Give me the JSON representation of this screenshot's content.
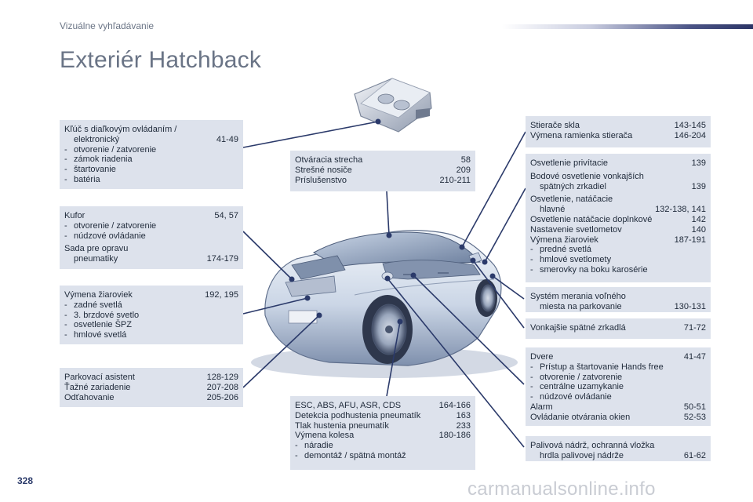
{
  "header": {
    "title": "Vizuálne vyhľadávanie"
  },
  "page_heading": "Exteriér Hatchback",
  "page_number": "328",
  "watermark": "carmanualsonline.info",
  "boxes": {
    "key": {
      "title": "Kľúč s diaľkovým ovládaním /",
      "title_cont": "elektronický",
      "pages": "41-49",
      "items": [
        "otvorenie / zatvorenie",
        "zámok riadenia",
        "štartovanie",
        "batéria"
      ]
    },
    "boot": {
      "title": "Kufor",
      "pages": "54, 57",
      "items": [
        "otvorenie / zatvorenie",
        "núdzové ovládanie"
      ],
      "kit_title": "Sada pre opravu",
      "kit_cont": "pneumatiky",
      "kit_pages": "174-179"
    },
    "rear_bulbs": {
      "title": "Výmena žiaroviek",
      "pages": "192, 195",
      "items": [
        "zadné svetlá",
        "3. brzdové svetlo",
        "osvetlenie ŠPZ",
        "hmlové svetlá"
      ]
    },
    "parking": {
      "rows": [
        {
          "label": "Parkovací asistent",
          "pages": "128-129"
        },
        {
          "label": "Ťažné zariadenie",
          "pages": "207-208"
        },
        {
          "label": "Odťahovanie",
          "pages": "205-206"
        }
      ]
    },
    "roof": {
      "rows": [
        {
          "label": "Otváracia strecha",
          "pages": "58"
        },
        {
          "label": "Strešné nosiče",
          "pages": "209"
        },
        {
          "label": "Príslušenstvo",
          "pages": "210-211"
        }
      ]
    },
    "esc": {
      "rows": [
        {
          "label": "ESC, ABS, AFU, ASR, CDS",
          "pages": "164-166"
        },
        {
          "label": "Detekcia podhustenia pneumatík",
          "pages": "163"
        },
        {
          "label": "Tlak hustenia pneumatík",
          "pages": "233"
        }
      ],
      "wheel_title": "Výmena kolesa",
      "wheel_pages": "180-186",
      "items": [
        "náradie",
        "demontáž / spätná montáž"
      ]
    },
    "wipers": {
      "rows": [
        {
          "label": "Stierače skla",
          "pages": "143-145"
        },
        {
          "label": "Výmena ramienka stierača",
          "pages": "146-204"
        }
      ]
    },
    "lighting": {
      "r1_label": "Osvetlenie privítacie",
      "r1_pages": "139",
      "r2_label": "Bodové osvetlenie vonkajších",
      "r2_cont": "spätných zrkadiel",
      "r2_pages": "139",
      "r3_label": "Osvetlenie, natáčacie",
      "r3_cont": "hlavné",
      "r3_pages": "132-138, 141",
      "r4_label": "Osvetlenie natáčacie doplnkové",
      "r4_pages": "142",
      "r5_label": "Nastavenie svetlometov",
      "r5_pages": "140",
      "r6_label": "Výmena žiaroviek",
      "r6_pages": "187-191",
      "items": [
        "predné svetlá",
        "hmlové svetlomety",
        "smerovky na boku karosérie"
      ]
    },
    "parking_measure": {
      "title": "Systém merania voľného",
      "title_cont": "miesta na parkovanie",
      "pages": "130-131"
    },
    "mirrors": {
      "label": "Vonkajšie spätné zrkadlá",
      "pages": "71-72"
    },
    "doors": {
      "title": "Dvere",
      "pages": "41-47",
      "items": [
        "Prístup a štartovanie Hands free",
        "otvorenie / zatvorenie",
        "centrálne uzamykanie",
        "núdzové ovládanie"
      ],
      "rows": [
        {
          "label": "Alarm",
          "pages": "50-51"
        },
        {
          "label": "Ovládanie otvárania okien",
          "pages": "52-53"
        }
      ]
    },
    "fuel": {
      "title": "Palivová nádrž, ochranná vložka",
      "title_cont": "hrdla palivovej nádrže",
      "pages": "61-62"
    }
  },
  "colors": {
    "box_bg": "#dde2ec",
    "leader": "#2b3a6a",
    "heading": "#6a7486",
    "page_number": "#2b3a6a",
    "watermark": "#c9ccd3"
  }
}
